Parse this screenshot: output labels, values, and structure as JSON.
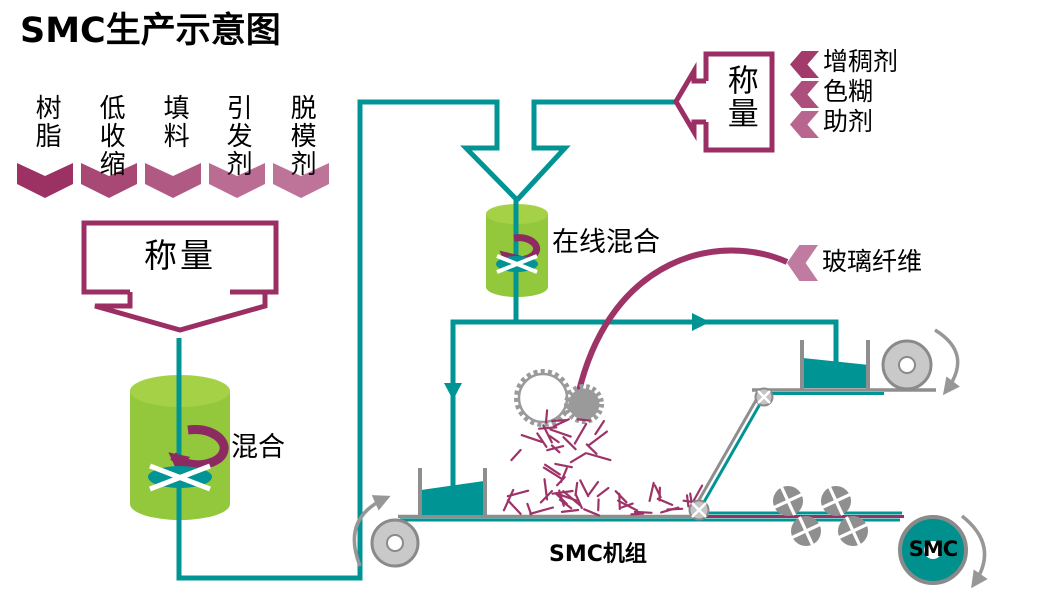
{
  "title": "SMC生产示意图",
  "colors": {
    "teal": "#009494",
    "magenta": "#9B2F64",
    "fiber": "#9E3368",
    "tank_green": "#93C83D",
    "tank_green_top": "#A5D147",
    "gray_line": "#8E8E8E",
    "roller_gray": "#C9C9C9",
    "roller_dark": "#8F8F8F",
    "roll_teal": "#00918E"
  },
  "ingredients": [
    {
      "label": "树脂",
      "color": "#9C3163"
    },
    {
      "label": "低收缩",
      "color": "#A84875"
    },
    {
      "label": "填料",
      "color": "#B05983"
    },
    {
      "label": "引发剂",
      "color": "#BA6C93"
    },
    {
      "label": "脱模剂",
      "color": "#BE7499"
    }
  ],
  "left_weighing": {
    "label": "称量"
  },
  "left_mixer": {
    "label": "混合"
  },
  "online_mixer": {
    "label": "在线混合"
  },
  "right_weighing": {
    "label": "称量"
  },
  "additives": [
    {
      "label": "增稠剂",
      "color": "#A23A6B"
    },
    {
      "label": "色糊",
      "color": "#AC4F7D"
    },
    {
      "label": "助剂",
      "color": "#B86590"
    }
  ],
  "glass_fiber": {
    "label": "玻璃纤维",
    "color": "#C07BA1"
  },
  "smc_unit": {
    "label": "SMC机组"
  },
  "smc_roll": {
    "label": "SMC"
  }
}
